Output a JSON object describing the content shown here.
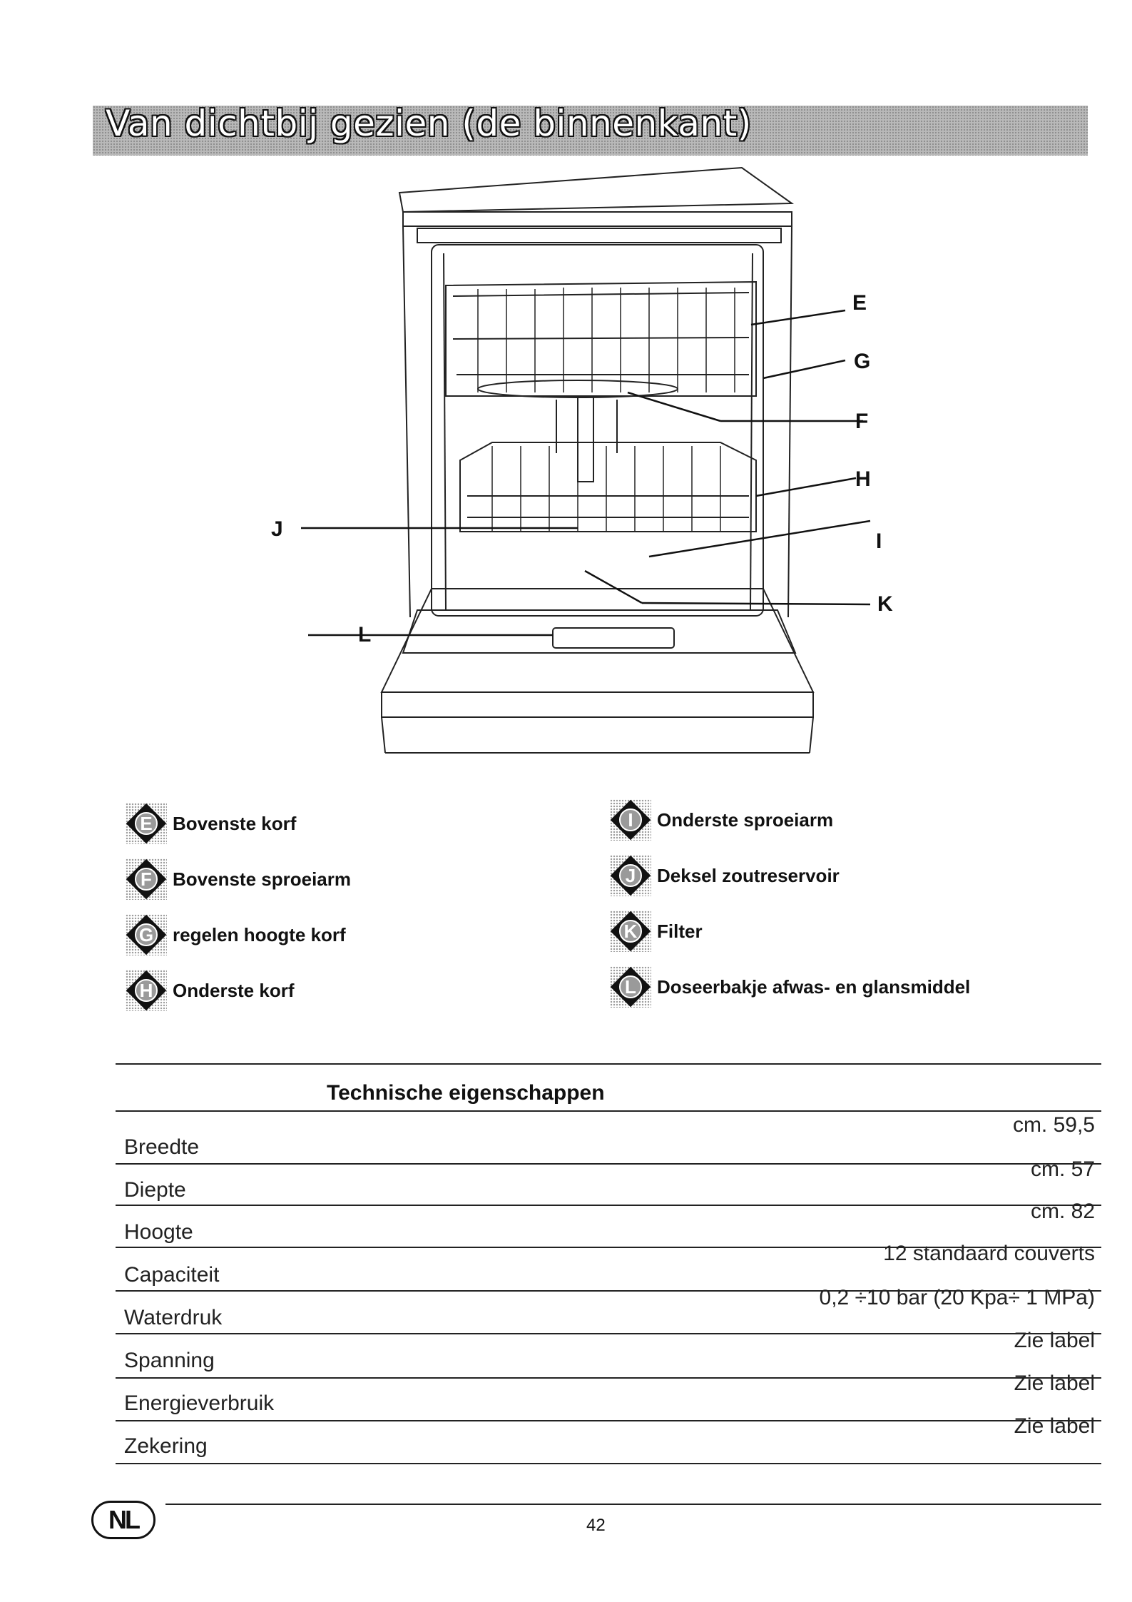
{
  "header": {
    "title": "Van dichtbij gezien (de binnenkant)"
  },
  "callouts": {
    "e": "E",
    "g": "G",
    "f": "F",
    "h": "H",
    "i": "I",
    "j": "J",
    "k": "K",
    "l": "L"
  },
  "legend": [
    {
      "letter": "E",
      "label": "Bovenste korf"
    },
    {
      "letter": "F",
      "label": "Bovenste sproeiarm"
    },
    {
      "letter": "G",
      "label": "regelen hoogte korf"
    },
    {
      "letter": "H",
      "label": "Onderste korf"
    },
    {
      "letter": "I",
      "label": "Onderste sproeiarm"
    },
    {
      "letter": "J",
      "label": "Deksel zoutreservoir"
    },
    {
      "letter": "K",
      "label": "Filter"
    },
    {
      "letter": "L",
      "label": "Doseerbakje afwas- en glansmiddel"
    }
  ],
  "tech": {
    "title": "Technische eigenschappen",
    "rows": [
      {
        "label": "Breedte",
        "value": "cm. 59,5"
      },
      {
        "label": "Diepte",
        "value": "cm.  57"
      },
      {
        "label": "Hoogte",
        "value": "cm.  82"
      },
      {
        "label": "Capaciteit",
        "value": "12 standaard couverts"
      },
      {
        "label": "Waterdruk",
        "value": "0,2 ÷10 bar  (20 Kpa÷ 1 MPa)"
      },
      {
        "label": "Spanning",
        "value": "Zie label"
      },
      {
        "label": "Energieverbruik",
        "value": "Zie label"
      },
      {
        "label": "Zekering",
        "value": "Zie label"
      }
    ]
  },
  "footer": {
    "country": "NL",
    "page": "42"
  }
}
